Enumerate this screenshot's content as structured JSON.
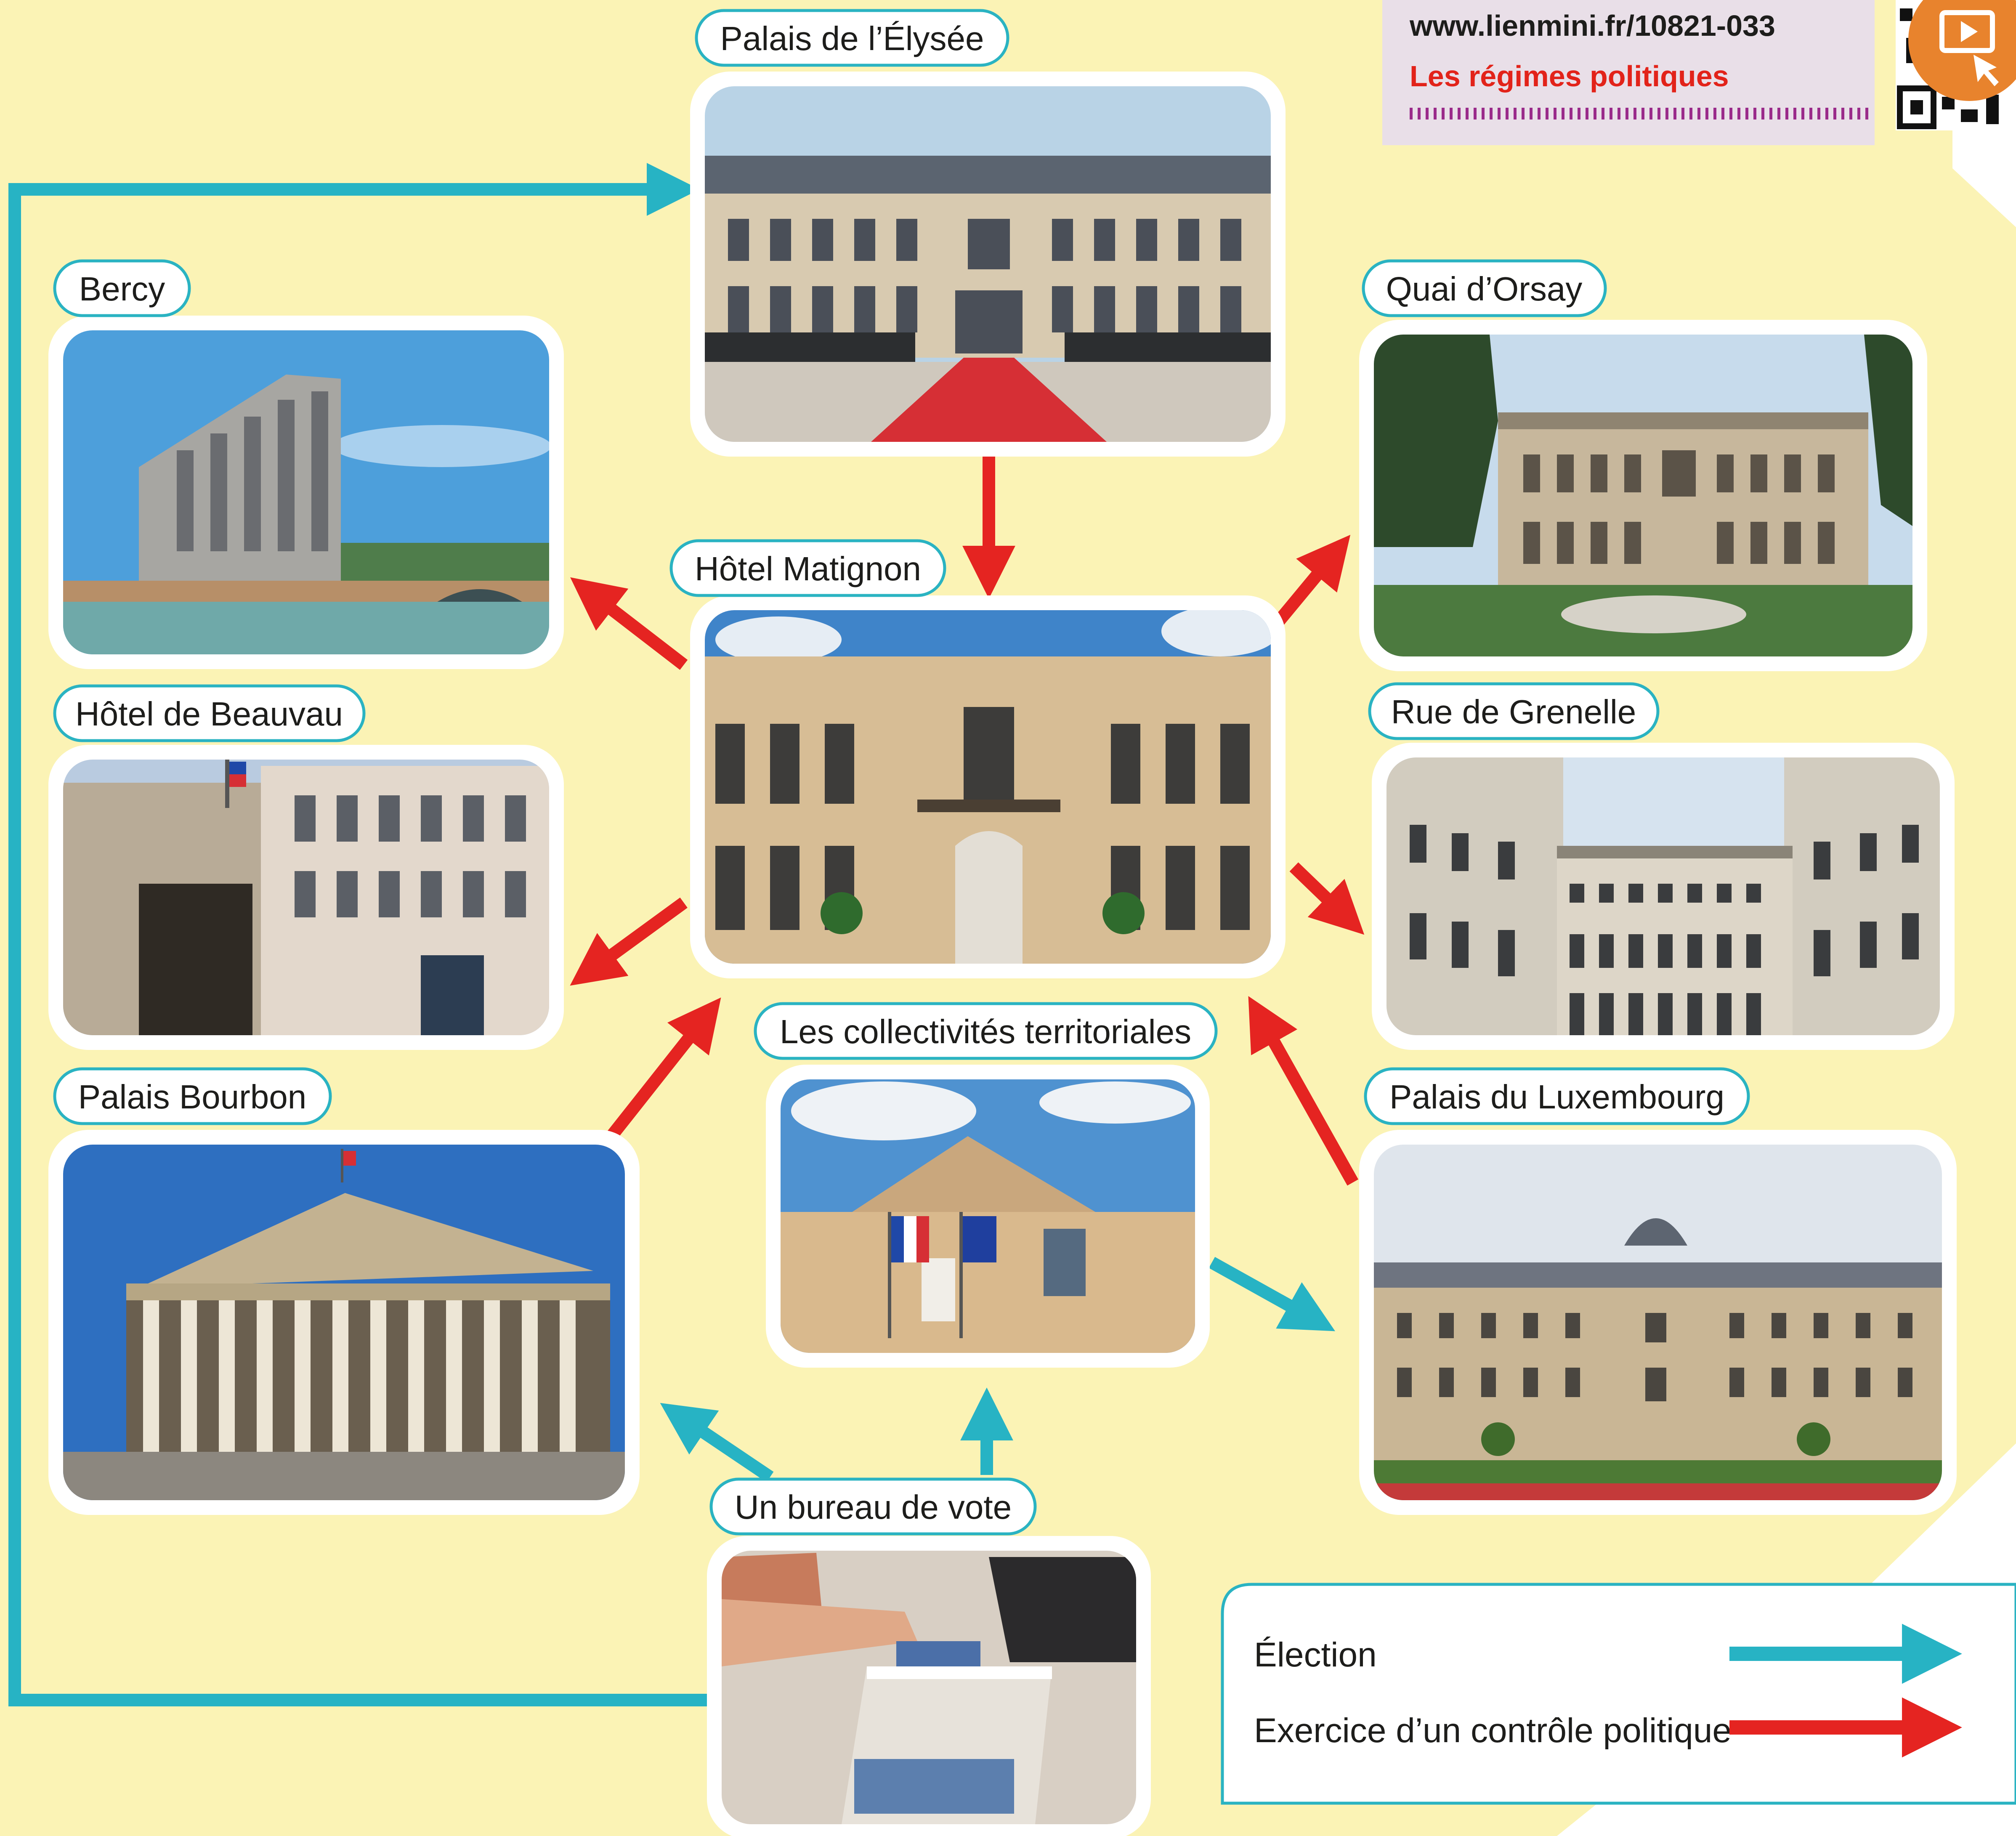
{
  "colors": {
    "background": "#fbf3b5",
    "election": "#27b3c4",
    "control": "#e52421",
    "pill_border": "#2ab3c2",
    "link_box": "#e9dfe8"
  },
  "link_box": {
    "url": "www.lienmini.fr/10821-033",
    "topic": "Les régimes politiques",
    "icon": "play-video-icon"
  },
  "nodes": {
    "elysee": {
      "label": "Palais de l’Élysée",
      "image": "palace-with-red-carpet-photo"
    },
    "bercy": {
      "label": "Bercy",
      "image": "ministry-building-over-river-photo"
    },
    "orsay": {
      "label": "Quai d’Orsay",
      "image": "palace-with-fountain-photo"
    },
    "matignon": {
      "label": "Hôtel Matignon",
      "image": "baroque-mansion-facade-photo"
    },
    "beauvau": {
      "label": "Hôtel de Beauvau",
      "image": "mansion-with-gates-photo"
    },
    "grenelle": {
      "label": "Rue de Grenelle",
      "image": "courtyard-building-photo"
    },
    "collectivites": {
      "label": "Les collectivités territoriales",
      "image": "town-hall-with-flags-photo"
    },
    "bourbon": {
      "label": "Palais Bourbon",
      "image": "colonnade-parliament-photo"
    },
    "luxembourg": {
      "label": "Palais du Luxembourg",
      "image": "palace-with-gardens-photo"
    },
    "bureau": {
      "label": "Un bureau de vote",
      "image": "ballot-box-voting-photo"
    }
  },
  "edges": [
    {
      "from": "bureau",
      "to": "elysee",
      "type": "election"
    },
    {
      "from": "bureau",
      "to": "bourbon",
      "type": "election"
    },
    {
      "from": "bureau",
      "to": "collectivites",
      "type": "election"
    },
    {
      "from": "collectivites",
      "to": "luxembourg",
      "type": "election"
    },
    {
      "from": "elysee",
      "to": "matignon",
      "type": "control"
    },
    {
      "from": "matignon",
      "to": "bercy",
      "type": "control"
    },
    {
      "from": "matignon",
      "to": "beauvau",
      "type": "control"
    },
    {
      "from": "matignon",
      "to": "orsay",
      "type": "control"
    },
    {
      "from": "matignon",
      "to": "grenelle",
      "type": "control"
    },
    {
      "from": "bourbon",
      "to": "matignon",
      "type": "control"
    },
    {
      "from": "luxembourg",
      "to": "matignon",
      "type": "control"
    }
  ],
  "legend": {
    "election_label": "Élection",
    "control_label": "Exercice d’un contrôle politique"
  }
}
